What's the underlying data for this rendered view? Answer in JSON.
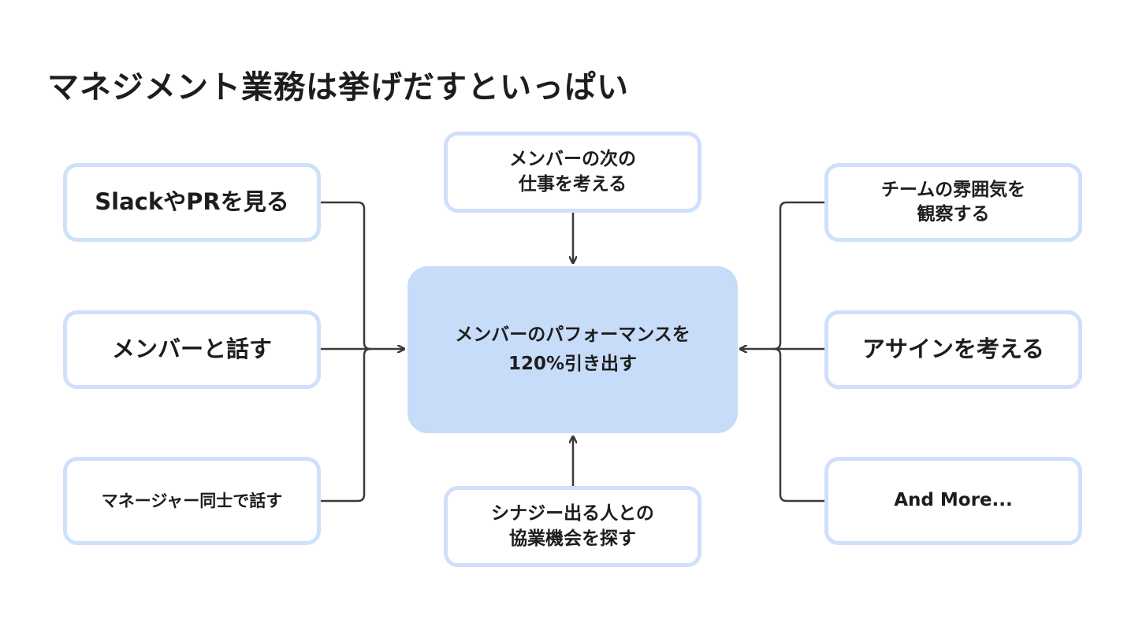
{
  "title": "マネジメント業務は挙げだすといっぱい",
  "center": {
    "line1": "メンバーのパフォーマンスを",
    "line2": "120%引き出す"
  },
  "left": [
    {
      "lines": [
        "SlackやPRを見る"
      ]
    },
    {
      "lines": [
        "メンバーと話す"
      ]
    },
    {
      "lines": [
        "マネージャー同士で話す"
      ]
    }
  ],
  "top": {
    "lines": [
      "メンバーの次の",
      "仕事を考える"
    ]
  },
  "bottom": {
    "lines": [
      "シナジー出る人との",
      "協業機会を探す"
    ]
  },
  "right": [
    {
      "lines": [
        "チームの雰囲気を",
        "観察する"
      ]
    },
    {
      "lines": [
        "アサインを考える"
      ]
    },
    {
      "lines": [
        "And More..."
      ]
    }
  ],
  "colors": {
    "box_border": "#cfe0fb",
    "center_fill": "#c7dcf8",
    "connector": "#3a3a3a",
    "text": "#1d1d1f"
  }
}
